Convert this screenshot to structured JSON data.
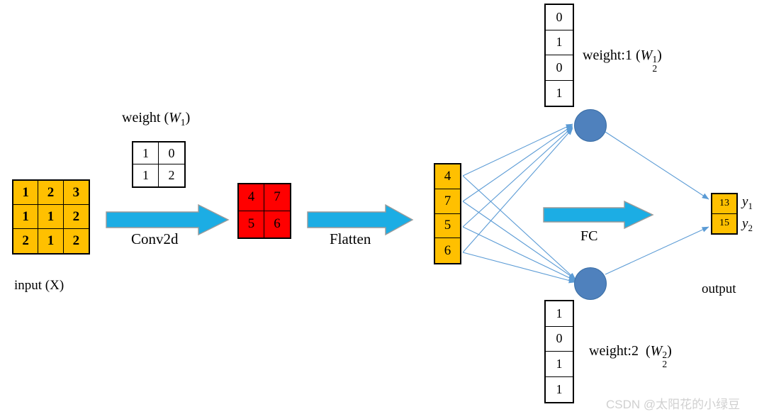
{
  "diagram": {
    "title": "CNN forward pass: Conv2d, Flatten, Fully-Connected",
    "colors": {
      "orange_cell": "#FFC000",
      "red_cell": "#FF0000",
      "white_cell": "#FFFFFF",
      "arrow_blue": "#1CADE4",
      "neuron_blue": "#4F81BD",
      "wire_blue": "#5B9BD5",
      "watermark_gray": "#D0D0D0"
    },
    "input": {
      "caption": "input (X)",
      "rows": [
        [
          "1",
          "2",
          "3"
        ],
        [
          "1",
          "1",
          "2"
        ],
        [
          "2",
          "1",
          "2"
        ]
      ]
    },
    "weight1": {
      "caption_prefix": "weight",
      "caption_symbol": "W",
      "caption_subscript": "1",
      "rows": [
        [
          "1",
          "0"
        ],
        [
          "1",
          "2"
        ]
      ]
    },
    "conv_arrow_label": "Conv2d",
    "conv_output": {
      "rows": [
        [
          "4",
          "7"
        ],
        [
          "5",
          "6"
        ]
      ]
    },
    "flatten_arrow_label": "Flatten",
    "flatten": {
      "values": [
        "4",
        "7",
        "5",
        "6"
      ]
    },
    "weight2_top": {
      "caption_prefix": "weight:1",
      "caption_symbol": "W",
      "caption_subscript": "2",
      "caption_superscript": "1",
      "values": [
        "0",
        "1",
        "0",
        "1"
      ]
    },
    "weight2_bottom": {
      "caption_prefix": "weight:2",
      "caption_symbol": "W",
      "caption_subscript": "2",
      "caption_superscript": "2",
      "values": [
        "1",
        "0",
        "1",
        "1"
      ]
    },
    "fc_arrow_label": "FC",
    "output": {
      "caption": "output",
      "values": [
        "13",
        "15"
      ],
      "labels": [
        {
          "symbol": "y",
          "subscript": "1"
        },
        {
          "symbol": "y",
          "subscript": "2"
        }
      ]
    },
    "neurons": [
      "neuron-1",
      "neuron-2"
    ]
  },
  "watermark": {
    "text": "CSDN @太阳花的小绿豆"
  }
}
